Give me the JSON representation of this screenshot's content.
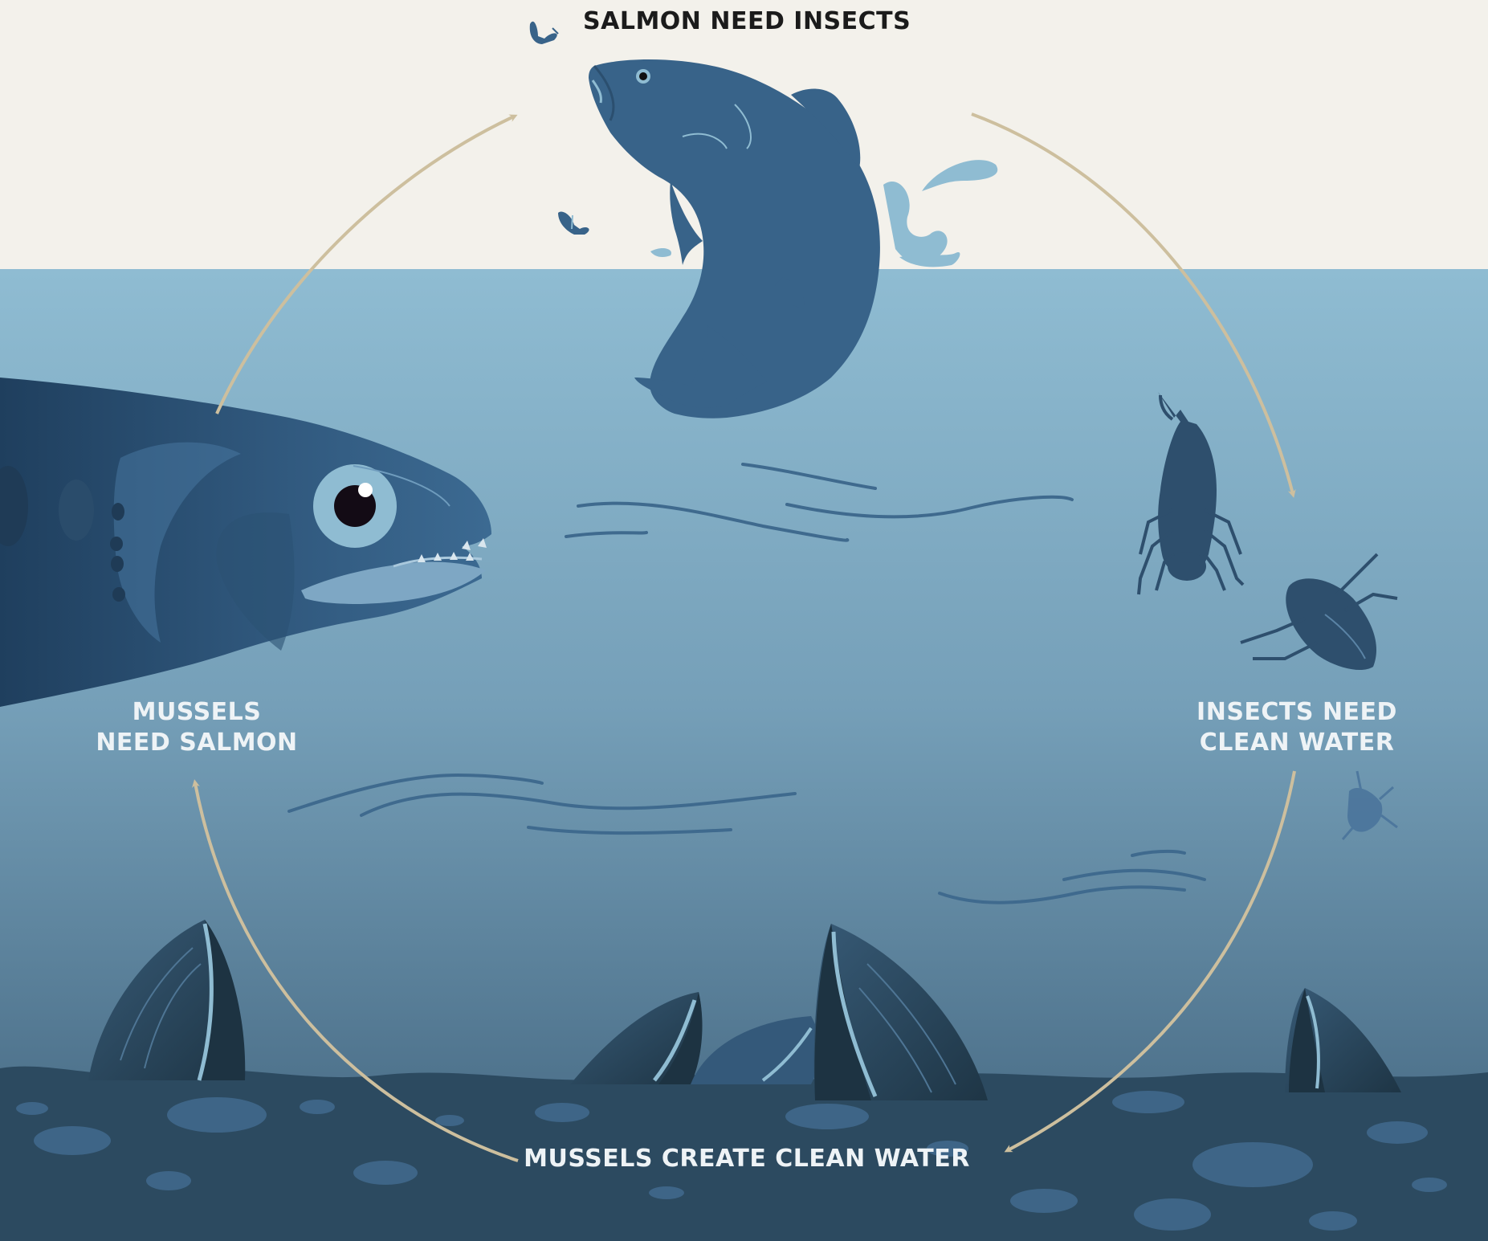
{
  "cycle": {
    "salmon_need_insects": "SALMON NEED INSECTS",
    "insects_need_clean_water": [
      "INSECTS NEED",
      "CLEAN WATER"
    ],
    "mussels_create_clean_water": "MUSSELS CREATE CLEAN WATER",
    "mussels_need_salmon": [
      "MUSSELS",
      "NEED SALMON"
    ]
  },
  "colors": {
    "sky": "#f3f1eb",
    "water_top": "#8fbcd2",
    "water_bottom": "#3d5f78",
    "riverbed": "#2c4a60",
    "salmon": "#386389",
    "arrow": "#cdbf9e",
    "mussel": "#1e3545"
  },
  "icons": [
    "leaping-salmon-icon",
    "salmon-head-icon",
    "mayfly-icon",
    "insect-larva-icon",
    "water-beetle-icon",
    "mussel-icon",
    "water-current-icon",
    "cycle-arrow-icon"
  ]
}
